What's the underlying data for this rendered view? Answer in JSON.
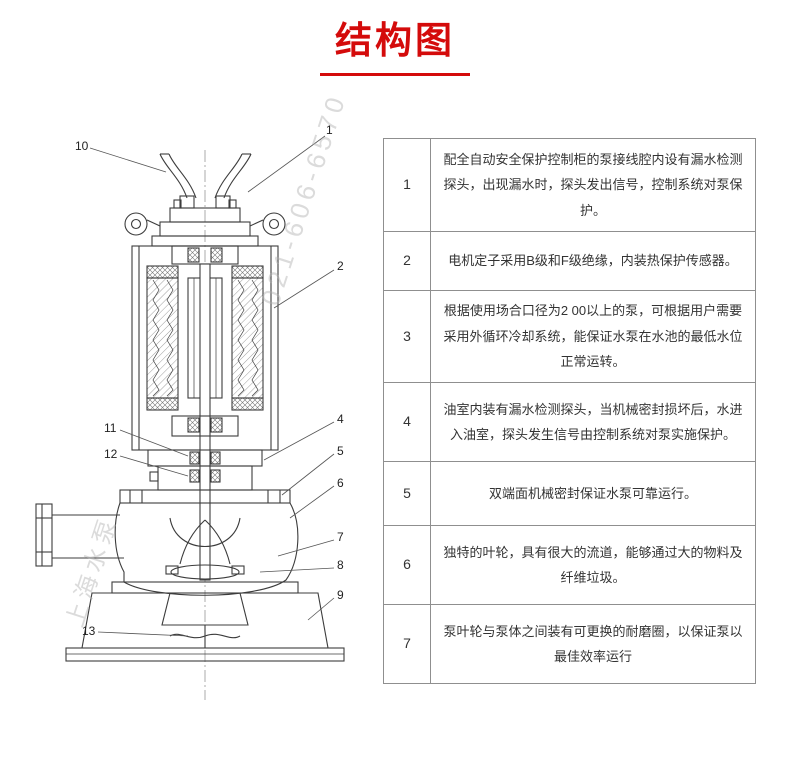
{
  "title": {
    "text": "结构图"
  },
  "table": {
    "rows": [
      {
        "num": "1",
        "desc": "配全自动安全保护控制柜的泵接线腔内设有漏水检测探头，出现漏水时，探头发出信号，控制系统对泵保护。"
      },
      {
        "num": "2",
        "desc": "电机定子采用B级和F级绝缘，内装热保护传感器。"
      },
      {
        "num": "3",
        "desc": "根据使用场合口径为2 00以上的泵，可根据用户需要采用外循环冷却系统，能保证水泵在水池的最低水位正常运转。"
      },
      {
        "num": "4",
        "desc": "油室内装有漏水检测探头，当机械密封损坏后，水进入油室，探头发生信号由控制系统对泵实施保护。"
      },
      {
        "num": "5",
        "desc": "双端面机械密封保证水泵可靠运行。"
      },
      {
        "num": "6",
        "desc": "独特的叶轮，具有很大的流道，能够通过大的物料及纤维垃圾。"
      },
      {
        "num": "7",
        "desc": "泵叶轮与泵体之间装有可更换的耐磨圈，以保证泵以最佳效率运行"
      }
    ]
  },
  "diagram": {
    "callouts": {
      "c1": "1",
      "c2": "2",
      "c4": "4",
      "c5": "5",
      "c6": "6",
      "c7": "7",
      "c8": "8",
      "c9": "9",
      "c10": "10",
      "c11": "11",
      "c12": "12",
      "c13": "13"
    },
    "watermark1": "021-606-6570",
    "watermark2": "上海水泵"
  },
  "colors": {
    "accent": "#d40b0b",
    "line": "#3c3c3c",
    "table_border": "#8f8f8f"
  }
}
